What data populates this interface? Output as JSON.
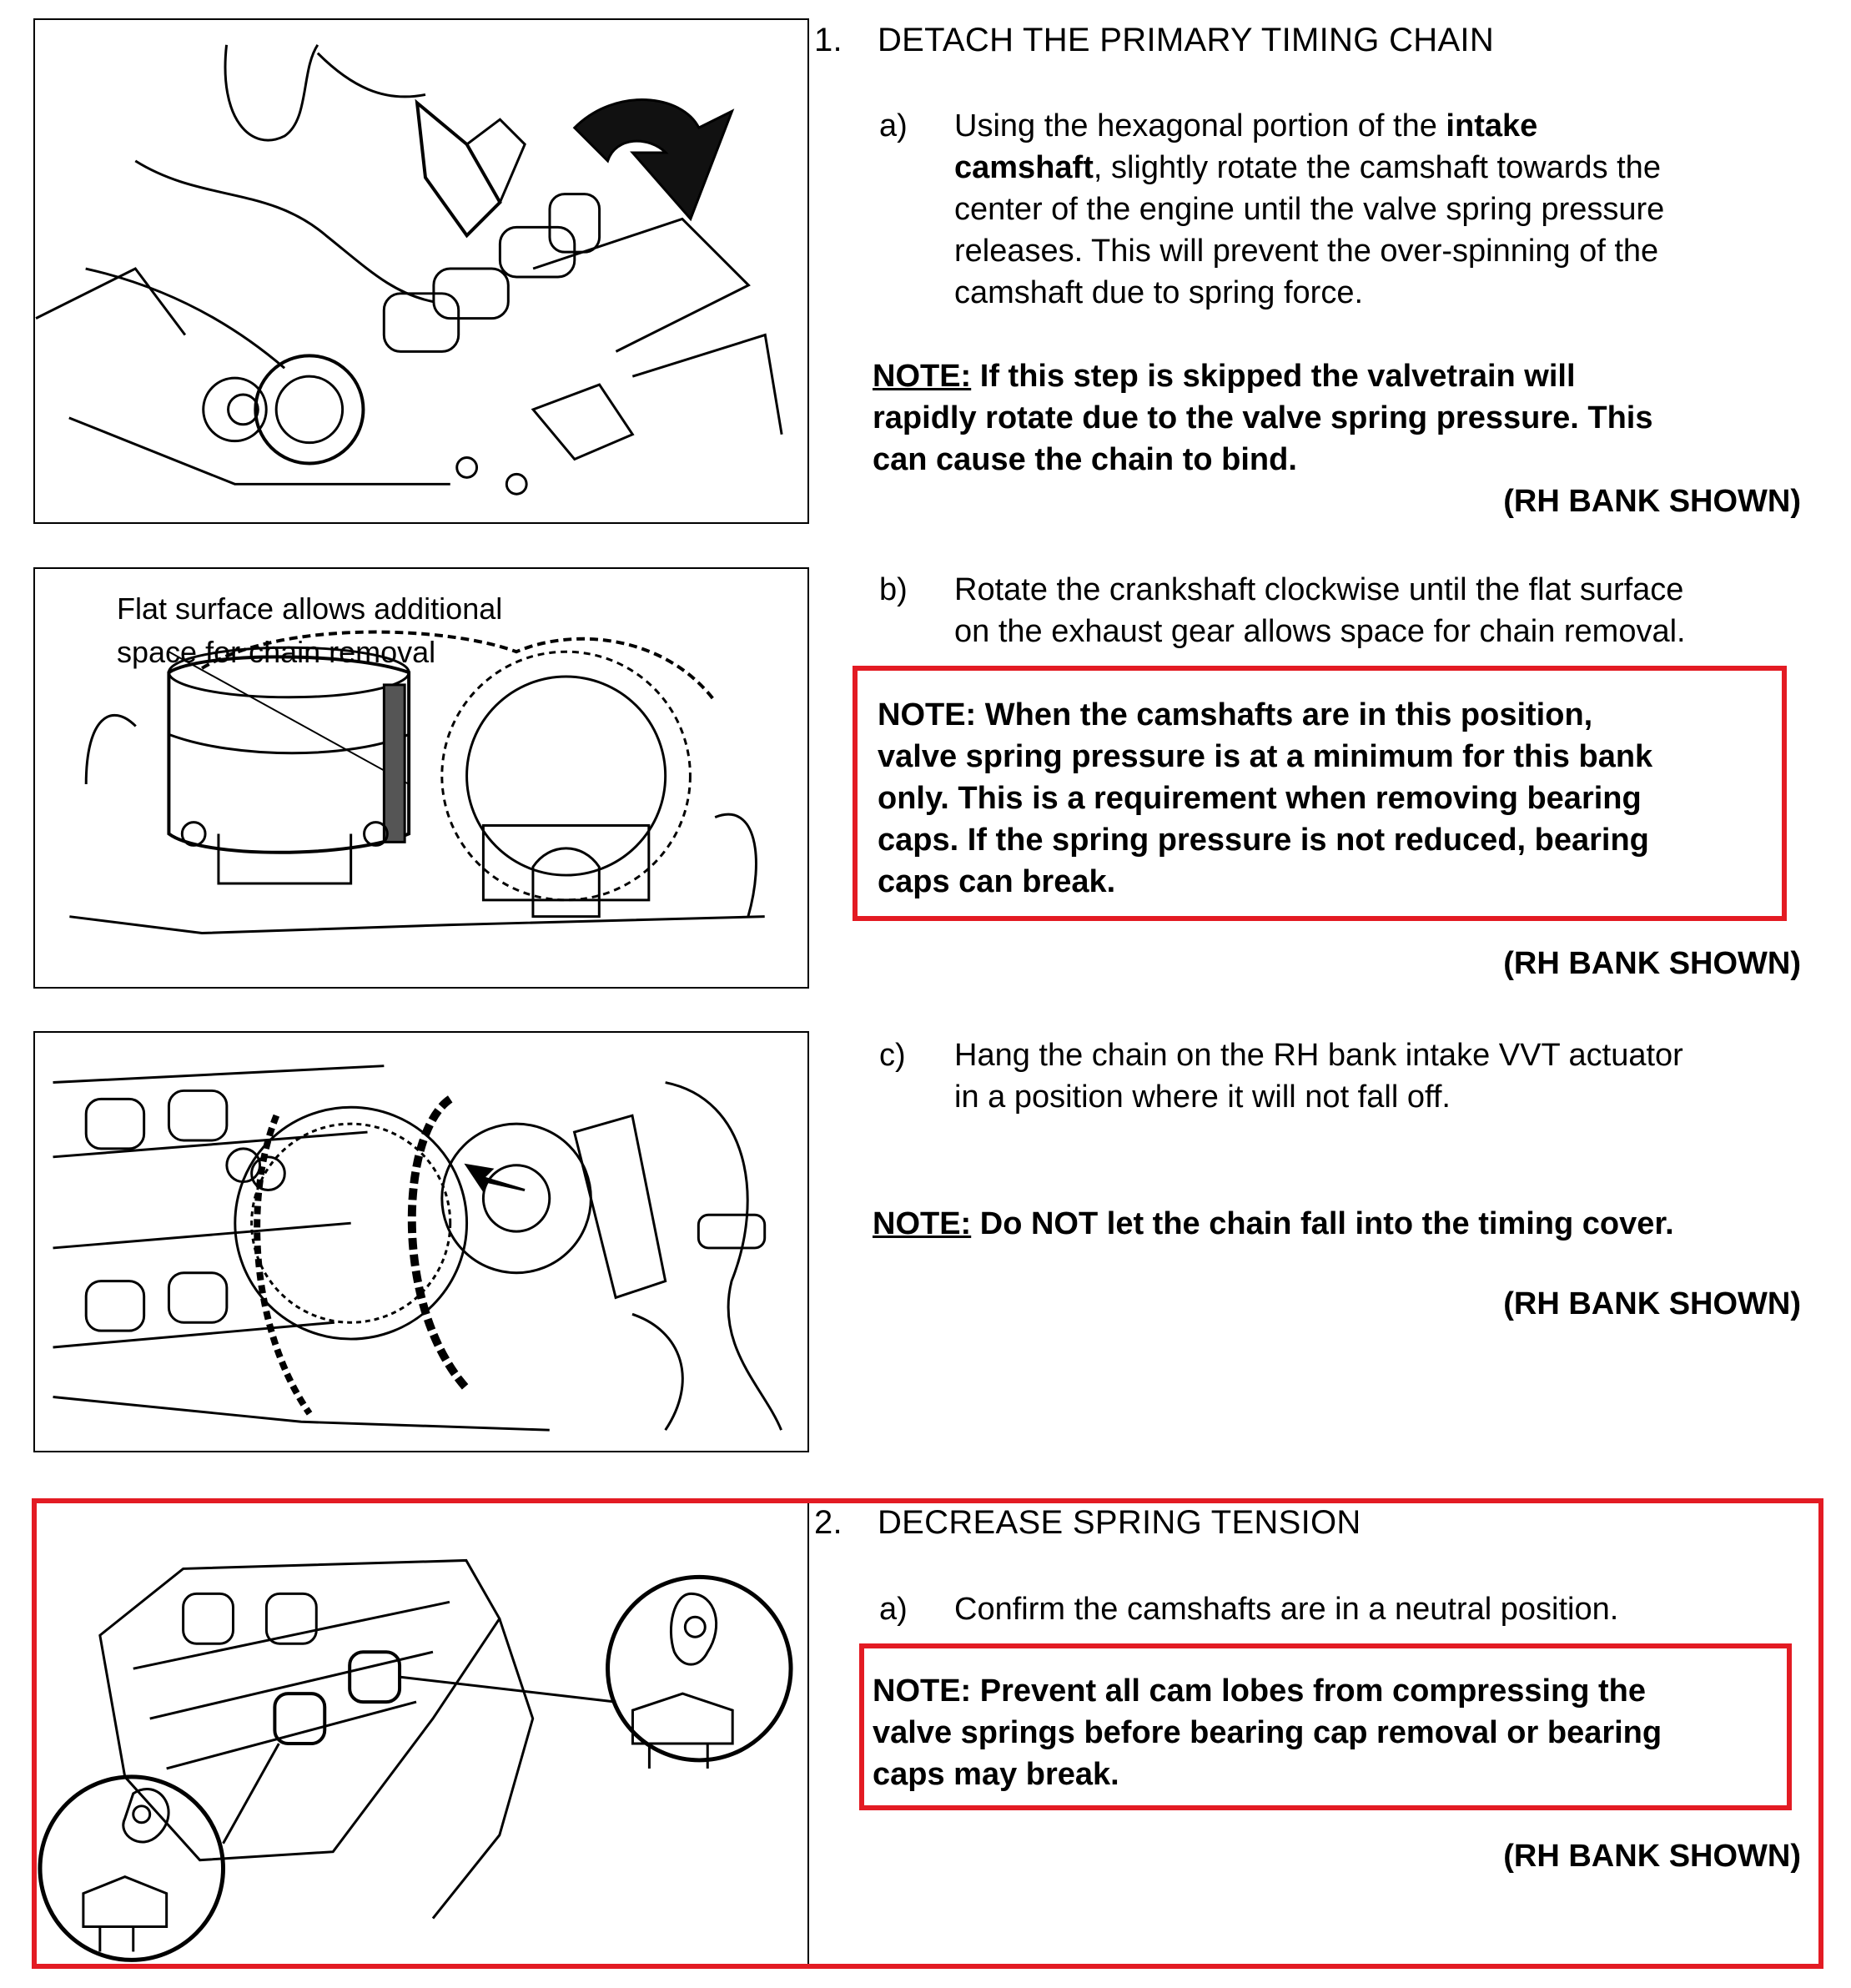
{
  "section1": {
    "number": "1.",
    "title": "DETACH THE PRIMARY TIMING CHAIN",
    "step_a": {
      "label": "a)",
      "lines": [
        "Using the hexagonal portion of the ",
        "intake",
        "camshaft",
        ", slightly rotate the camshaft towards the",
        "center of the engine until the valve spring pressure",
        "releases. This will prevent the over-spinning of the",
        "camshaft due to spring force."
      ]
    },
    "note_a": {
      "prefix": "NOTE:",
      "lines": [
        " If this step is skipped the valvetrain will",
        "rapidly rotate due to the valve spring pressure. This",
        "can cause the chain to bind."
      ]
    },
    "rh_a": "(RH BANK SHOWN)",
    "step_b": {
      "label": "b)",
      "lines": [
        "Rotate the crankshaft clockwise until the flat surface",
        "on the exhaust gear allows space for chain removal."
      ]
    },
    "note_b": {
      "lines": [
        "NOTE: When the camshafts are in this position,",
        "valve spring pressure is at a minimum for this bank",
        "only.  This is a requirement when removing bearing",
        "caps.  If the spring pressure is not reduced, bearing",
        "caps can break."
      ]
    },
    "rh_b": "(RH BANK SHOWN)",
    "figure_b_callout": [
      "Flat surface allows additional",
      "space for chain removal"
    ],
    "step_c": {
      "label": "c)",
      "lines": [
        "Hang the chain on the RH bank intake VVT actuator",
        "in a position where it will not fall off."
      ]
    },
    "note_c": {
      "prefix": "NOTE:",
      "text": " Do NOT let the chain fall into the timing cover."
    },
    "rh_c": "(RH BANK SHOWN)"
  },
  "section2": {
    "number": "2.",
    "title": "DECREASE SPRING TENSION",
    "step_a": {
      "label": "a)",
      "text": "Confirm the camshafts are in a neutral position."
    },
    "note_a": {
      "lines": [
        "NOTE: Prevent all cam lobes from compressing the",
        "valve springs before bearing cap removal or bearing",
        "caps may break."
      ]
    },
    "rh_a": "(RH BANK SHOWN)"
  },
  "colors": {
    "highlight_red": "#e31b23",
    "line": "#000000"
  }
}
